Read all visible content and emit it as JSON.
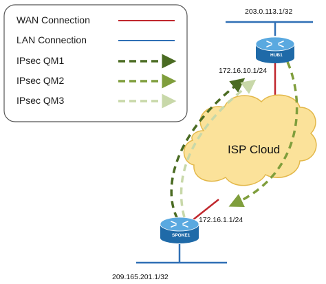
{
  "legend": {
    "items": [
      {
        "label": "WAN Connection",
        "color": "#c0272d",
        "style": "solid"
      },
      {
        "label": "LAN Connection",
        "color": "#2f6fb5",
        "style": "solid"
      },
      {
        "label": "IPsec QM1",
        "color": "#4a6b22",
        "style": "dashed-arrow"
      },
      {
        "label": "IPsec QM2",
        "color": "#7f9e3c",
        "style": "dashed-arrow"
      },
      {
        "label": "IPsec QM3",
        "color": "#c8d8a9",
        "style": "dashed-arrow"
      }
    ]
  },
  "cloud": {
    "label": "ISP Cloud",
    "fill": "#fbe29a",
    "stroke": "#e3b84a"
  },
  "hub": {
    "name": "HUB1",
    "lan_ip": "203.0.113.1/32",
    "wan_ip": "172.16.10.1/24"
  },
  "spoke": {
    "name": "SPOKE1",
    "lan_ip": "209.165.201.1/32",
    "wan_ip": "172.16.1.1/24"
  },
  "colors": {
    "router_body": "#2b7fc2",
    "router_top": "#5aa9e0",
    "wan": "#c0272d",
    "lan": "#2f6fb5"
  }
}
